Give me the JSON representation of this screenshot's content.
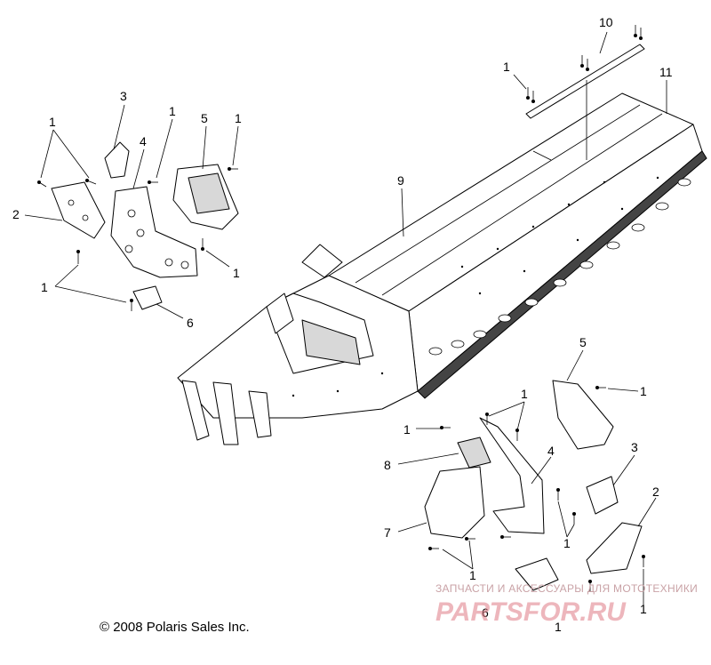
{
  "callouts": {
    "c1_top_mid": "1",
    "c10": "10",
    "c11": "11",
    "c9": "9",
    "c3_left": "3",
    "c1_left_a": "1",
    "c1_left_b": "1",
    "c5_left": "5",
    "c4_left": "4",
    "c2_left": "2",
    "c1_left_c": "1",
    "c1_left_d": "1",
    "c6_left": "6",
    "c1_left_e": "1",
    "c5_right": "5",
    "c1_right_a": "1",
    "c1_right_b": "1",
    "c1_right_c": "1",
    "c8": "8",
    "c4_right": "4",
    "c3_right": "3",
    "c2_right": "2",
    "c7": "7",
    "c1_right_d": "1",
    "c1_right_e": "1",
    "c1_right_f": "1",
    "c6_right": "6",
    "c1_right_g": "1"
  },
  "copyright": "© 2008 Polaris Sales Inc.",
  "watermark": {
    "tagline": "ЗАПЧАСТИ И АКСЕССУАРЫ ДЛЯ МОТОТЕХНИКИ",
    "logo": "PARTSFOR.RU"
  }
}
